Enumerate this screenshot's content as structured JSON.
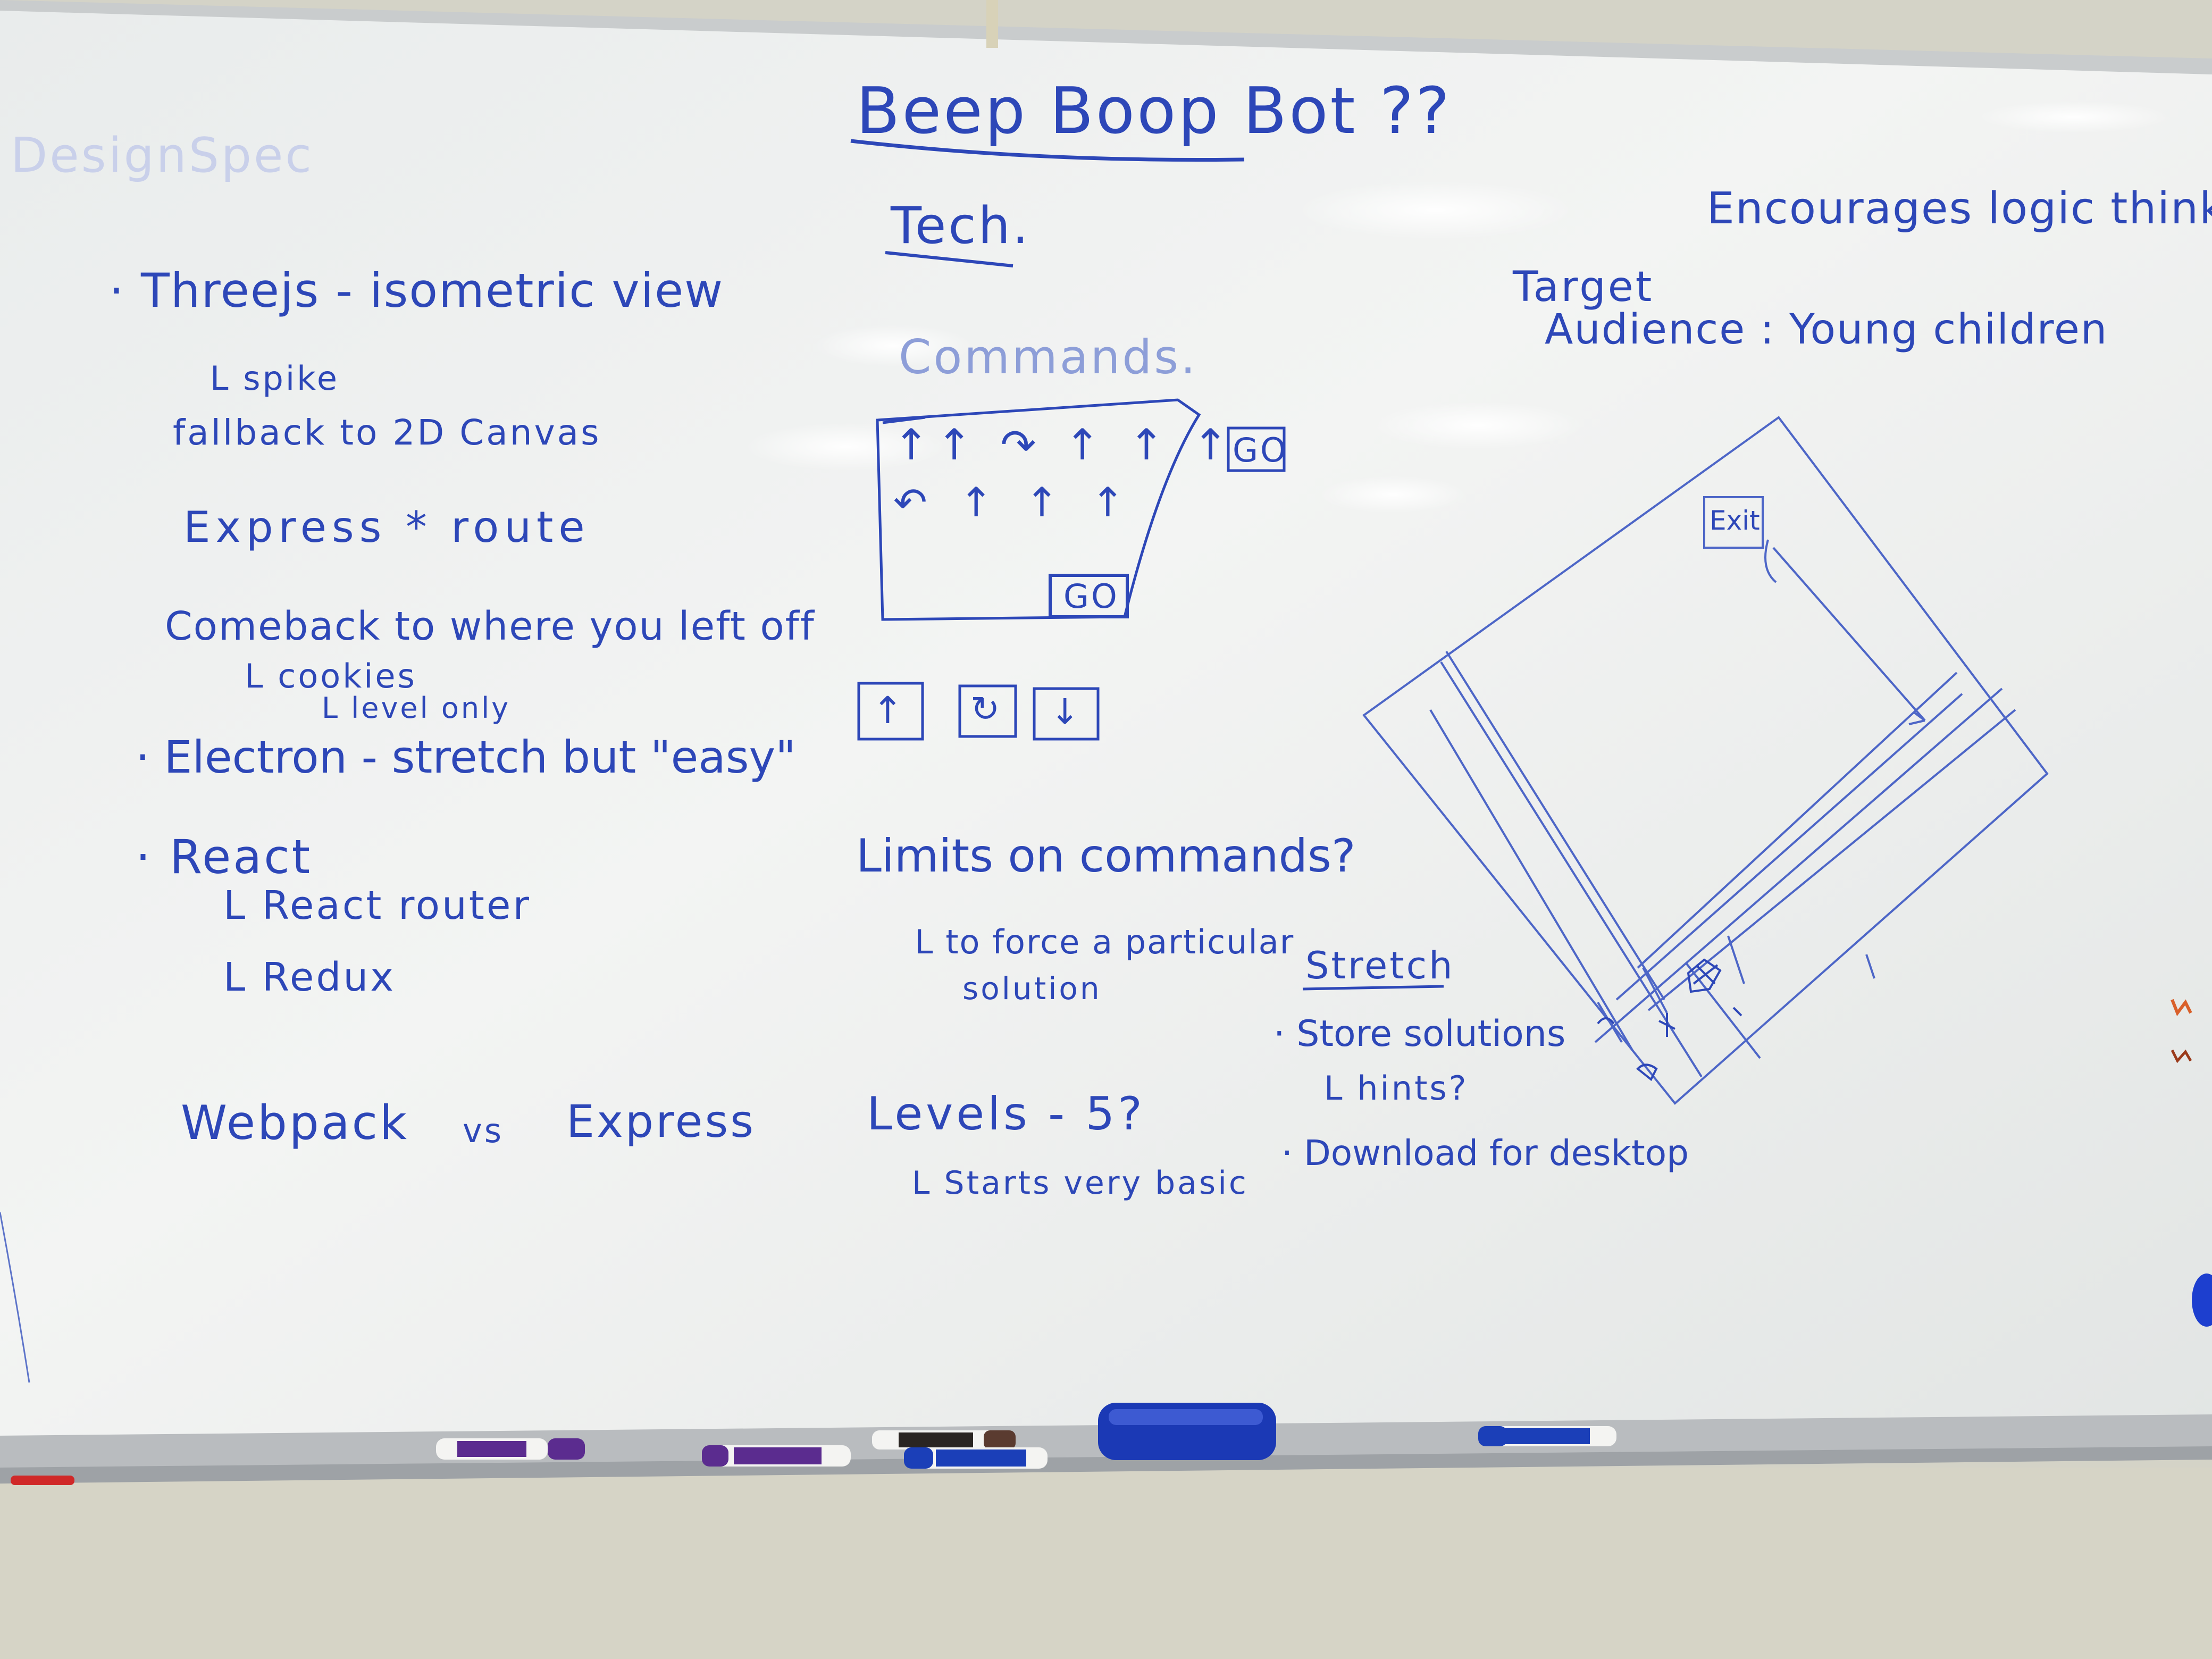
{
  "board": {
    "title": "Beep Boop Bot ??",
    "tech_heading": "Tech.",
    "goal": "Encourages logic thinking",
    "target_label_1": "Target",
    "target_label_2": "Audience : Young children",
    "left_notes": {
      "threejs": "· Threejs - isometric view",
      "spike": "L spike",
      "fallback": "fallback to 2D Canvas",
      "express_route": "Express * route",
      "comeback": "Comeback to where you left off",
      "cookies": "L cookies",
      "level_only": "L level only",
      "electron": "· Electron - stretch but \"easy\"",
      "react": "· React",
      "react_router": "L React router",
      "redux": "L Redux",
      "webpack": "Webpack",
      "vs": "vs",
      "express": "Express"
    },
    "commands": {
      "heading": "Commands.",
      "row1": "↑↑ ↷ ↑ ↑ ↑",
      "row2": "↶ ↑ ↑ ↑",
      "go_inner": "GO",
      "go_outer": "GO",
      "button_1": "↑",
      "button_2": "↻",
      "button_3": "↓"
    },
    "limits": {
      "heading": "Limits on commands?",
      "sub_1": "L to force a particular",
      "sub_2": "solution"
    },
    "levels": {
      "heading": "Levels - 5?",
      "sub": "L Starts very basic"
    },
    "stretch": {
      "heading": "Stretch",
      "item_1": "· Store solutions",
      "hints": "L hints?",
      "item_2": "· Download for desktop"
    },
    "grid": {
      "exit_label": "Exit"
    },
    "faint_corner_text": "DesignSpec"
  },
  "colors": {
    "ink_blue": "#2d47b8",
    "board_white": "#eef0ef",
    "wall": "#d4d3c7",
    "tray": "#b9bcbf",
    "eraser_blue": "#1b39b5",
    "purple_marker": "#5b2c8f",
    "orange_mark": "#d9602a"
  }
}
